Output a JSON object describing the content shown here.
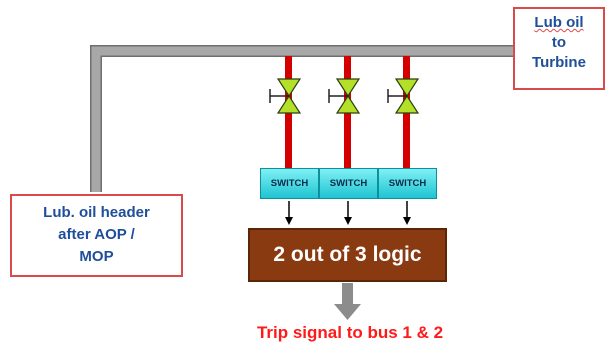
{
  "labels": {
    "turbine_line1": "Lub oil",
    "turbine_line2": "to",
    "turbine_line3": "Turbine",
    "header_line1": "Lub. oil header",
    "header_line2": "after AOP /",
    "header_line3": "MOP"
  },
  "switches": [
    "SWITCH",
    "SWITCH",
    "SWITCH"
  ],
  "logic_label": "2 out of 3 logic",
  "output_label": "Trip signal to bus 1 & 2",
  "colors": {
    "pipe_gray": "#9e9e9e",
    "pipe_red": "#d40000",
    "valve_green": "#b4e02a",
    "switch_cyan": "#2fd0dc",
    "logic_brown": "#8a3a10",
    "label_border": "#d94a4a",
    "label_text": "#1f4e9a",
    "trip_text": "#ff1a1a"
  }
}
